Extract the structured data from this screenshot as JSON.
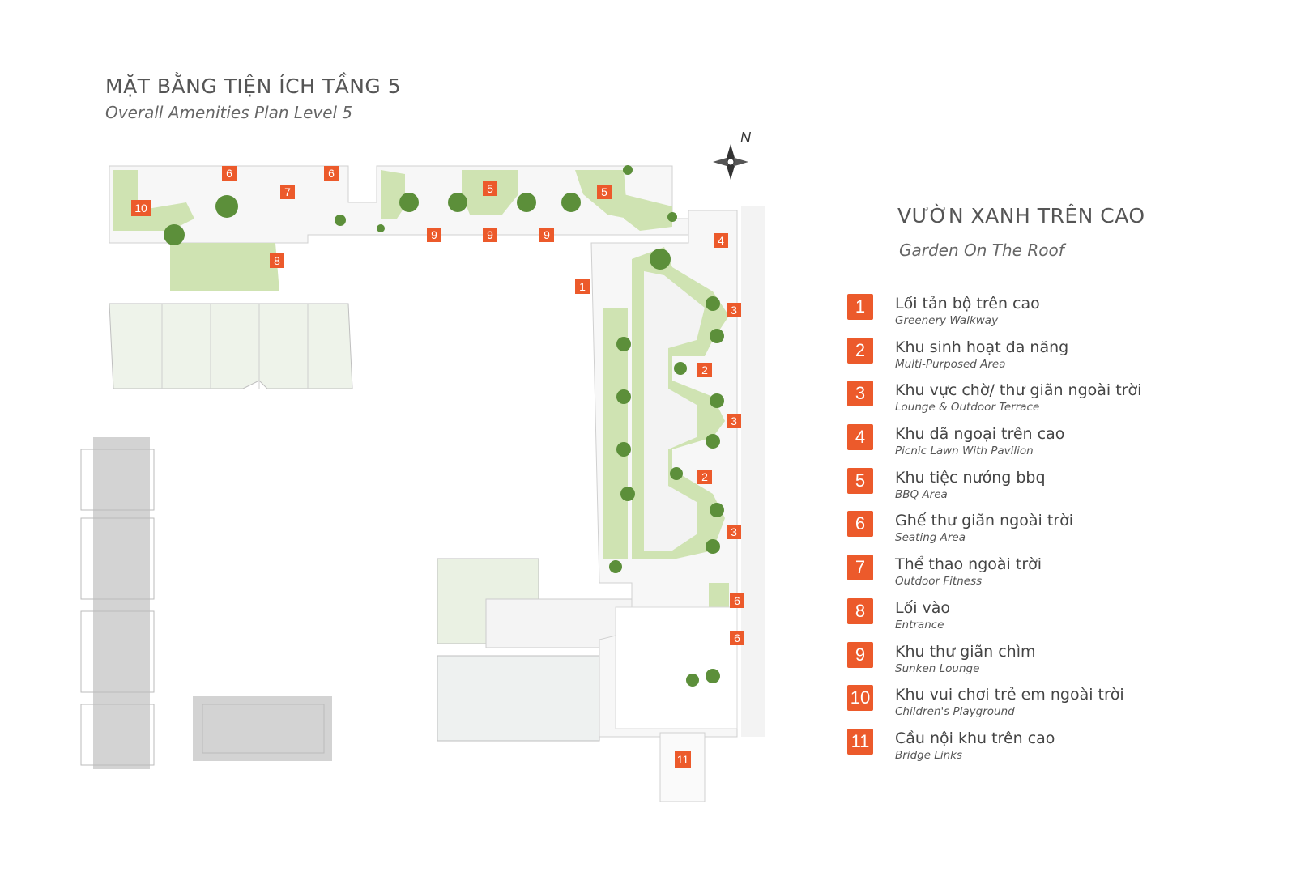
{
  "title": {
    "vn": "MẶT BẰNG TIỆN ÍCH TẦNG 5",
    "en": "Overall Amenities Plan Level 5"
  },
  "compass": {
    "label": "N"
  },
  "legend": {
    "title": "VƯỜN XANH TRÊN CAO",
    "subtitle": "Garden On The Roof",
    "items": [
      {
        "num": "1",
        "vn": "Lối tản bộ trên cao",
        "en": "Greenery Walkway"
      },
      {
        "num": "2",
        "vn": "Khu sinh hoạt đa năng",
        "en": "Multi-Purposed Area"
      },
      {
        "num": "3",
        "vn": "Khu vực chờ/ thư giãn ngoài trời",
        "en": "Lounge & Outdoor Terrace"
      },
      {
        "num": "4",
        "vn": "Khu dã ngoại trên cao",
        "en": "Picnic Lawn With Pavilion"
      },
      {
        "num": "5",
        "vn": "Khu tiệc nướng bbq",
        "en": "BBQ Area"
      },
      {
        "num": "6",
        "vn": "Ghế thư giãn ngoài trời",
        "en": "Seating Area"
      },
      {
        "num": "7",
        "vn": "Thể thao ngoài trời",
        "en": "Outdoor Fitness"
      },
      {
        "num": "8",
        "vn": "Lối vào",
        "en": "Entrance"
      },
      {
        "num": "9",
        "vn": "Khu thư giãn chìm",
        "en": "Sunken Lounge"
      },
      {
        "num": "10",
        "vn": "Khu vui chơi trẻ em ngoài trời",
        "en": "Children's Playground"
      },
      {
        "num": "11",
        "vn": "Cầu nội khu trên cao",
        "en": "Bridge Links"
      }
    ]
  },
  "map_markers": [
    "6",
    "6",
    "7",
    "10",
    "8",
    "5",
    "5",
    "9",
    "9",
    "9",
    "4",
    "1",
    "3",
    "2",
    "3",
    "2",
    "3",
    "6",
    "6",
    "11"
  ],
  "colors": {
    "accent": "#ec5a2b",
    "lawn": "#cfe3b2",
    "tree": "#5c8f3a",
    "building": "#d3d3d3"
  }
}
